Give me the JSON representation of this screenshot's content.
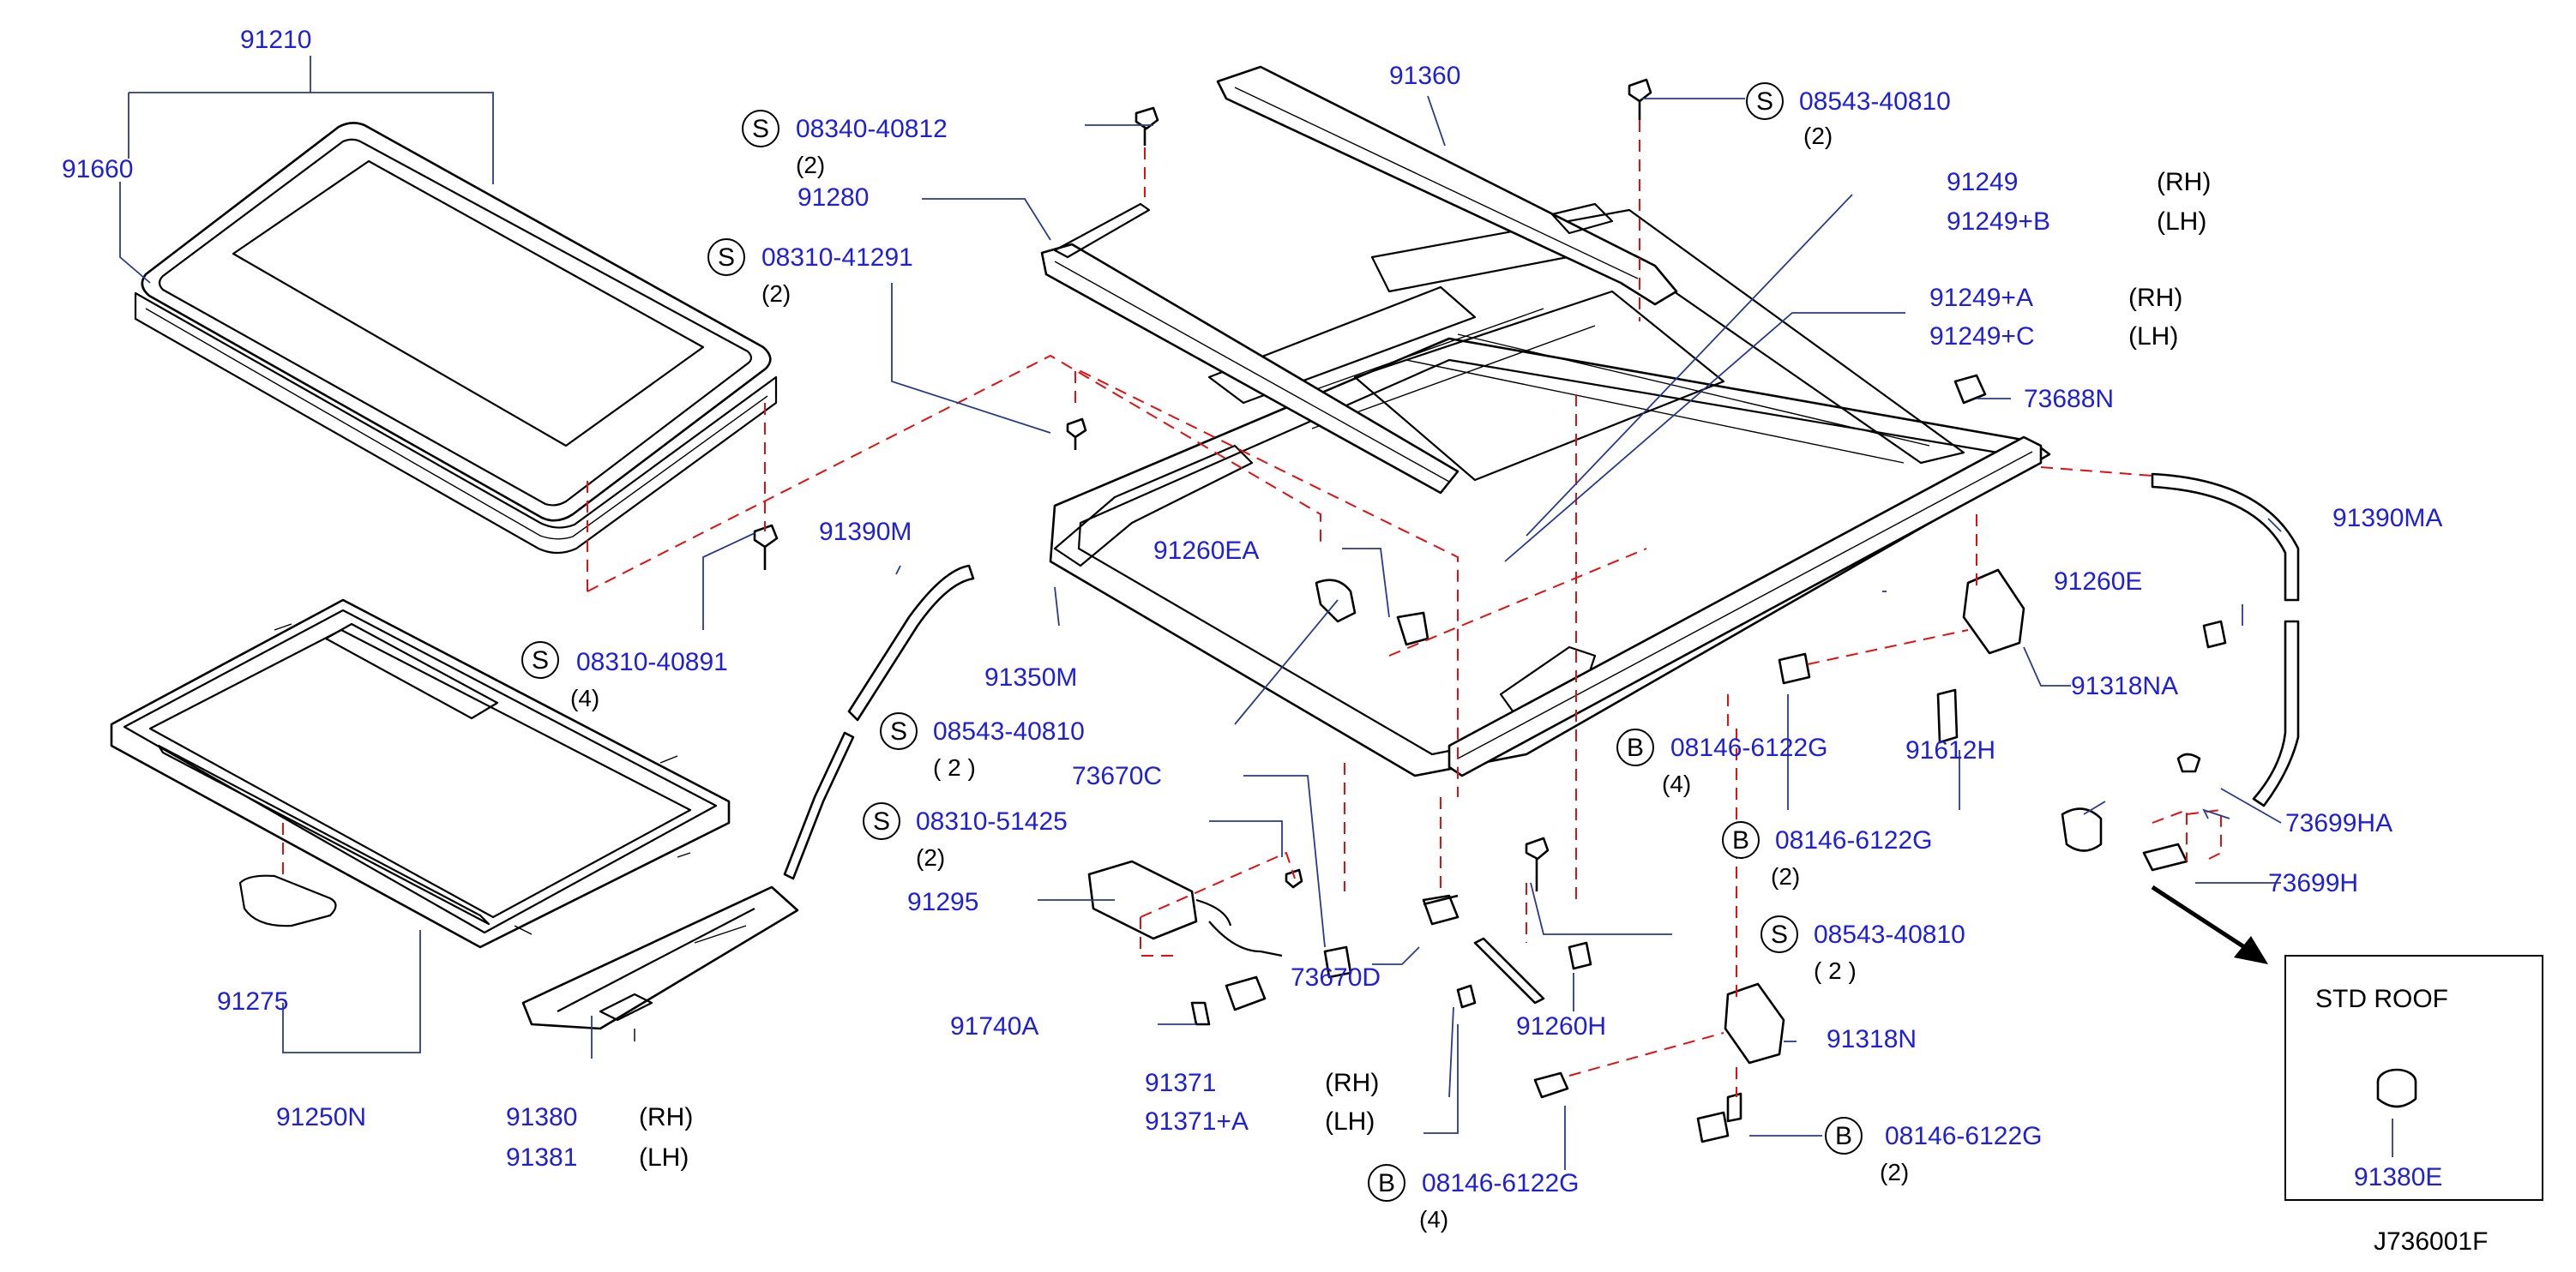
{
  "diagram_code": "J736001F",
  "std_roof": {
    "title": "STD   ROOF",
    "part": "91380E"
  },
  "callouts": {
    "p91210": "91210",
    "p91660": "91660",
    "p91360": "91360",
    "p91280": "91280",
    "p91249": "91249",
    "p91249B": "91249+B",
    "p91249A": "91249+A",
    "p91249C": "91249+C",
    "p73688N": "73688N",
    "p91390MA": "91390MA",
    "p91390M": "91390M",
    "p91260EA": "91260EA",
    "p91260E": "91260E",
    "p91350M": "91350M",
    "p91318NA": "91318NA",
    "p91612H": "91612H",
    "p73699HA": "73699HA",
    "p73699H": "73699H",
    "p73670C": "73670C",
    "p73670D": "73670D",
    "p91295": "91295",
    "p91740A": "91740A",
    "p91371": "91371",
    "p91371A": "91371+A",
    "p91260H": "91260H",
    "p91318N": "91318N",
    "p91275": "91275",
    "p91250N": "91250N",
    "p91380": "91380",
    "p91381": "91381"
  },
  "side_labels": {
    "rh": "(RH)",
    "lh": "(LH)"
  },
  "fasteners": {
    "s1": {
      "mark": "S",
      "code": "08340-40812",
      "qty": "(2)"
    },
    "s2": {
      "mark": "S",
      "code": "08543-40810",
      "qty": "(2)"
    },
    "s3": {
      "mark": "S",
      "code": "08310-41291",
      "qty": "(2)"
    },
    "s4": {
      "mark": "S",
      "code": "08310-40891",
      "qty": "(4)"
    },
    "s5": {
      "mark": "S",
      "code": "08543-40810",
      "qty": "(  2  )"
    },
    "s6": {
      "mark": "S",
      "code": "08310-51425",
      "qty": "(2)"
    },
    "s7": {
      "mark": "S",
      "code": "08543-40810",
      "qty": "(  2  )"
    },
    "b1": {
      "mark": "B",
      "code": "08146-6122G",
      "qty": "(4)"
    },
    "b2": {
      "mark": "B",
      "code": "08146-6122G",
      "qty": "(2)"
    },
    "b3": {
      "mark": "B",
      "code": "08146-6122G",
      "qty": "(2)"
    },
    "b4": {
      "mark": "B",
      "code": "08146-6122G",
      "qty": "(4)"
    }
  }
}
